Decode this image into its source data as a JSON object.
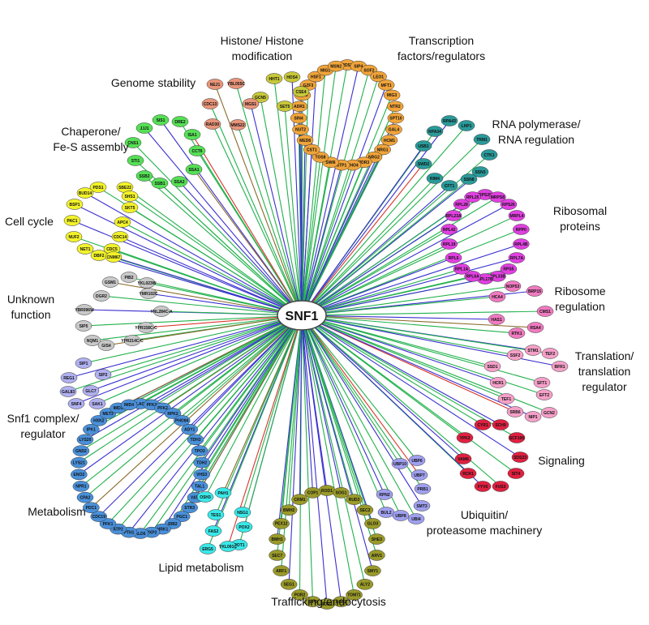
{
  "hub": {
    "label": "SNF1"
  },
  "edge_colors": [
    "#22b14c",
    "#3a2fd0",
    "#d9342b",
    "#8a6a2a"
  ],
  "groups": [
    {
      "id": "transcription",
      "label": [
        "Transcription",
        "factors/regulators"
      ],
      "color": "#f0a43a",
      "nodes": [
        "RDS2",
        "SIP4",
        "SOF2",
        "LEO1",
        "MFT1",
        "MIG3",
        "NTR2",
        "SPT10",
        "GAL4",
        "HCM1",
        "NRG1",
        "NRG2",
        "PDR3",
        "THO4",
        "STP1",
        "SWI6",
        "TOS8",
        "CST1",
        "MED8",
        "NUT2",
        "SIN4",
        "ADR1",
        "GLN3",
        "GZF3",
        "HSF1",
        "MIG1",
        "MSN2"
      ]
    },
    {
      "id": "histone",
      "label": [
        "Histone/ Histone",
        "modification"
      ],
      "color": "#c8c83a",
      "nodes": [
        "HHT1",
        "HOS4",
        "GCN5",
        "SET5",
        "CSE4"
      ]
    },
    {
      "id": "genome",
      "label": [
        "Genome stability"
      ],
      "color": "#e8957a",
      "nodes": [
        "NEJ1",
        "YBL055C",
        "CDC13",
        "MGS1",
        "RAD30",
        "MMS22"
      ]
    },
    {
      "id": "chaperone",
      "label": [
        "Chaperone/",
        "Fe-S assembly"
      ],
      "color": "#55e055",
      "nodes": [
        "JJJ1",
        "SIS1",
        "DRE2",
        "CNS1",
        "ISA1",
        "STI1",
        "CCT6",
        "SSA1",
        "SSB2",
        "SSB1",
        "SSA2"
      ]
    },
    {
      "id": "rnapol",
      "label": [
        "RNA polymerase/",
        "RNA regulation"
      ],
      "color": "#2a9a9a",
      "nodes": [
        "RPA43",
        "LHP1",
        "RPA34",
        "USB1",
        "TRM1",
        "CTK1",
        "SWD2",
        "SSN3",
        "SSN8",
        "RIM4",
        "CFT1"
      ]
    },
    {
      "id": "cellcycle",
      "label": [
        "Cell cycle"
      ],
      "color": "#f2f22a",
      "nodes": [
        "PDS1",
        "SBE22",
        "BUD14",
        "BSP1",
        "SHS1",
        "SKT5",
        "PAC1",
        "APC4",
        "NUF2",
        "CDC14",
        "NET1",
        "CDC5",
        "DBF2",
        "CNM67"
      ]
    },
    {
      "id": "ribosomal",
      "label": [
        "Ribosomal",
        "proteins"
      ],
      "color": "#e040e0",
      "nodes": [
        "RPS20",
        "MRPS8",
        "RPS26",
        "MRPL4",
        "RPP0",
        "RPL4B",
        "RPL7A",
        "RPS5",
        "RPL33B",
        "RPL17B",
        "RPL6A",
        "RPL1A",
        "RPL5",
        "RPL19",
        "RPL42",
        "RPL23A",
        "RPL28",
        "RPL25"
      ]
    },
    {
      "id": "ribreg",
      "label": [
        "Ribosome",
        "regulation"
      ],
      "color": "#f07ac0",
      "nodes": [
        "NOP53",
        "BRP15",
        "HCA4",
        "CMS1",
        "HAS1",
        "RSA4",
        "RTK1"
      ]
    },
    {
      "id": "unknown",
      "label": [
        "Unknown",
        "function"
      ],
      "color": "#c8c8c8",
      "nodes": [
        "PIB2",
        "GSM1",
        "YKL023W",
        "DGR2",
        "YMR102C",
        "YBR096W",
        "YNL284C-A",
        "SIP5",
        "YPR158C-C",
        "NQM1",
        "YPR214C-C",
        "GIS4"
      ]
    },
    {
      "id": "translation",
      "label": [
        "Translation/",
        "translation",
        "regulator"
      ],
      "color": "#f5a0c8",
      "nodes": [
        "STM1",
        "TEF2",
        "SSF2",
        "BFR1",
        "SSD1",
        "SFT1",
        "HCR1",
        "EFT2",
        "TEF1",
        "SRB6",
        "NIP1",
        "GCN2"
      ]
    },
    {
      "id": "snf1complex",
      "label": [
        "Snf1 complex/",
        "regulator"
      ],
      "color": "#b0b0f0",
      "nodes": [
        "SIP1",
        "REG1",
        "SIP2",
        "GAL83",
        "GLC7",
        "SNF4",
        "SAK1"
      ]
    },
    {
      "id": "signaling",
      "label": [
        "Signaling"
      ],
      "color": "#e02040",
      "nodes": [
        "CYR1",
        "SCH9",
        "YPK2",
        "SCF100",
        "VAM6",
        "SDS23",
        "RCR1",
        "SIT4",
        "FYV6",
        "FUS3"
      ]
    },
    {
      "id": "metabolism",
      "label": [
        "Metabolism"
      ],
      "color": "#4a90d9",
      "nodes": [
        "LAC",
        "PFK2",
        "PFK2",
        "RPK2",
        "PHO84",
        "ADY1",
        "TDH3",
        "TPO3",
        "TDH2",
        "VHS3",
        "TAL1",
        "YAT2",
        "STR3",
        "PGC1",
        "RIB2",
        "HRK1",
        "PXP2",
        "ALD6",
        "PTH1",
        "ATP2",
        "PFK1",
        "CDC19",
        "PDC1",
        "CPA2",
        "NPR1",
        "ENO2",
        "LYS21",
        "GND2",
        "LYS20",
        "IPK1",
        "HXK2",
        "MET3",
        "IMD3",
        "IMD4"
      ]
    },
    {
      "id": "lipid",
      "label": [
        "Lipid metabolism"
      ],
      "color": "#3ae8e8",
      "nodes": [
        "OSH3",
        "PAH1",
        "TES1",
        "NSG1",
        "FAS2",
        "POX2",
        "POT1",
        "ERG5",
        "YKL091C"
      ]
    },
    {
      "id": "ubiquitin",
      "label": [
        "Ubiquitin/",
        "proteasome  machinery"
      ],
      "color": "#a0a0f0",
      "nodes": [
        "UBP10",
        "UBP6",
        "UBP7",
        "RPN2",
        "PRB1",
        "BUL2",
        "SMT3",
        "UBP8",
        "UBI4"
      ]
    },
    {
      "id": "trafficking",
      "label": [
        "Trafficking/endocytosis"
      ],
      "color": "#9a9a2a",
      "nodes": [
        "ROD1",
        "SOG1",
        "RUD3",
        "SEC2",
        "GLO3",
        "SHE3",
        "ARV1",
        "SMY1",
        "ALY2",
        "TOM71",
        "AGE2",
        "POR1",
        "SIP3",
        "POR2",
        "SEG1",
        "ARF1",
        "SEC7",
        "BMH1",
        "PEX12",
        "BMH2",
        "CRM1",
        "COP1"
      ]
    }
  ]
}
